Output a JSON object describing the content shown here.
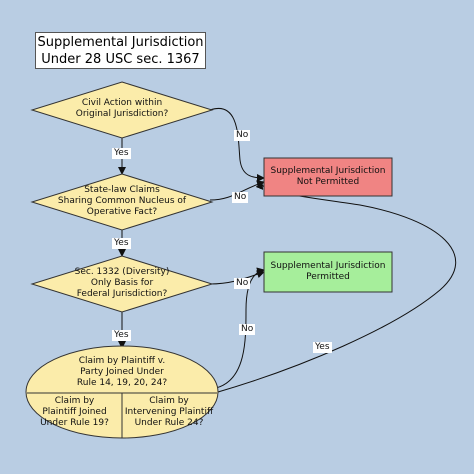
{
  "title": {
    "line1": "Supplemental Jurisdiction",
    "line2": "Under 28 USC sec. 1367"
  },
  "colors": {
    "background": "#b9cde3",
    "decision_fill": "#fbecaa",
    "not_permitted_fill": "#f08483",
    "permitted_fill": "#a6ee9b",
    "ellipse_fill": "#fbecaa"
  },
  "nodes": {
    "q1": {
      "line1": "Civil Action within",
      "line2": "Original Jurisdiction?"
    },
    "q2": {
      "line1": "State-law Claims",
      "line2": "Sharing Common Nucleus of",
      "line3": "Operative Fact?"
    },
    "q3": {
      "line1": "Sec. 1332 (Diversity)",
      "line2": "Only Basis for",
      "line3": "Federal Jurisdiction?"
    },
    "not_permitted": {
      "line1": "Supplemental Jurisdiction",
      "line2": "Not Permitted"
    },
    "permitted": {
      "line1": "Supplemental Jurisdiction",
      "line2": "Permitted"
    },
    "ellipse_top": {
      "line1": "Claim by Plaintiff v.",
      "line2": "Party Joined Under",
      "line3": "Rule 14, 19, 20, 24?"
    },
    "ellipse_left": {
      "line1": "Claim by",
      "line2": "Plaintiff Joined",
      "line3": "Under Rule 19?"
    },
    "ellipse_right": {
      "line1": "Claim by",
      "line2": "Intervening Plaintiff",
      "line3": "Under Rule 24?"
    }
  },
  "edges": {
    "q1_yes": "Yes",
    "q1_no": "No",
    "q2_yes": "Yes",
    "q2_no": "No",
    "q3_yes": "Yes",
    "q3_no": "No",
    "ellipse_no": "No",
    "ellipse_yes": "Yes"
  }
}
